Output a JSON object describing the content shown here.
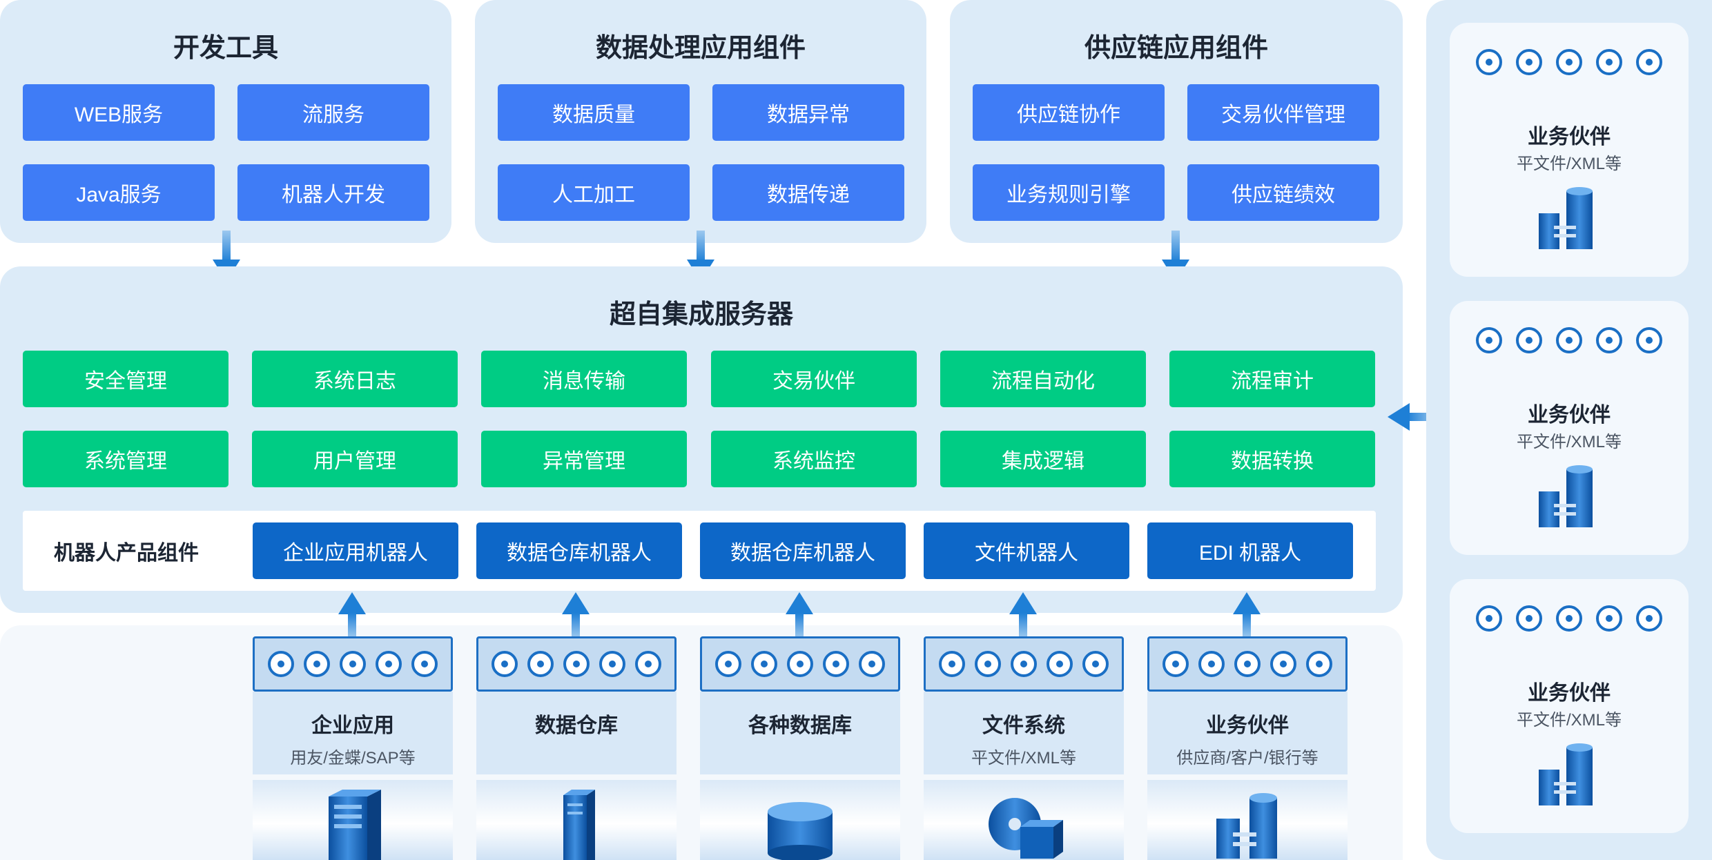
{
  "top_panels": [
    {
      "title": "开发工具",
      "buttons": [
        "WEB服务",
        "流服务",
        "Java服务",
        "机器人开发"
      ]
    },
    {
      "title": "数据处理应用组件",
      "buttons": [
        "数据质量",
        "数据异常",
        "人工加工",
        "数据传递"
      ]
    },
    {
      "title": "供应链应用组件",
      "buttons": [
        "供应链协作",
        "交易伙伴管理",
        "业务规则引擎",
        "供应链绩效"
      ]
    }
  ],
  "server": {
    "title": "超自集成服务器",
    "row1": [
      "安全管理",
      "系统日志",
      "消息传输",
      "交易伙伴",
      "流程自动化",
      "流程审计"
    ],
    "row2": [
      "系统管理",
      "用户管理",
      "异常管理",
      "系统监控",
      "集成逻辑",
      "数据转换"
    ],
    "robot_label": "机器人产品组件",
    "robots": [
      "企业应用机器人",
      "数据仓库机器人",
      "数据仓库机器人",
      "文件机器人",
      "EDI 机器人"
    ]
  },
  "sources": [
    {
      "title": "企业应用",
      "subtitle": "用友/金蝶/SAP等",
      "icon": "server-cabinet-icon"
    },
    {
      "title": "数据仓库",
      "subtitle": "",
      "icon": "server-rack-icon"
    },
    {
      "title": "各种数据库",
      "subtitle": "",
      "icon": "database-icon"
    },
    {
      "title": "文件系统",
      "subtitle": "平文件/XML等",
      "icon": "disc-file-icon"
    },
    {
      "title": "业务伙伴",
      "subtitle": "供应商/客户/银行等",
      "icon": "server-network-icon"
    }
  ],
  "partners": [
    {
      "title": "业务伙伴",
      "subtitle": "平文件/XML等",
      "icon": "server-network-icon"
    },
    {
      "title": "业务伙伴",
      "subtitle": "平文件/XML等",
      "icon": "server-network-icon"
    },
    {
      "title": "业务伙伴",
      "subtitle": "平文件/XML等",
      "icon": "server-network-icon"
    }
  ],
  "colors": {
    "panel_bg": "#dcebf8",
    "blue_button": "#3f7cf6",
    "green_button": "#00cc84",
    "robot_button": "#0d67c8",
    "arrow": "#2a86d8"
  }
}
